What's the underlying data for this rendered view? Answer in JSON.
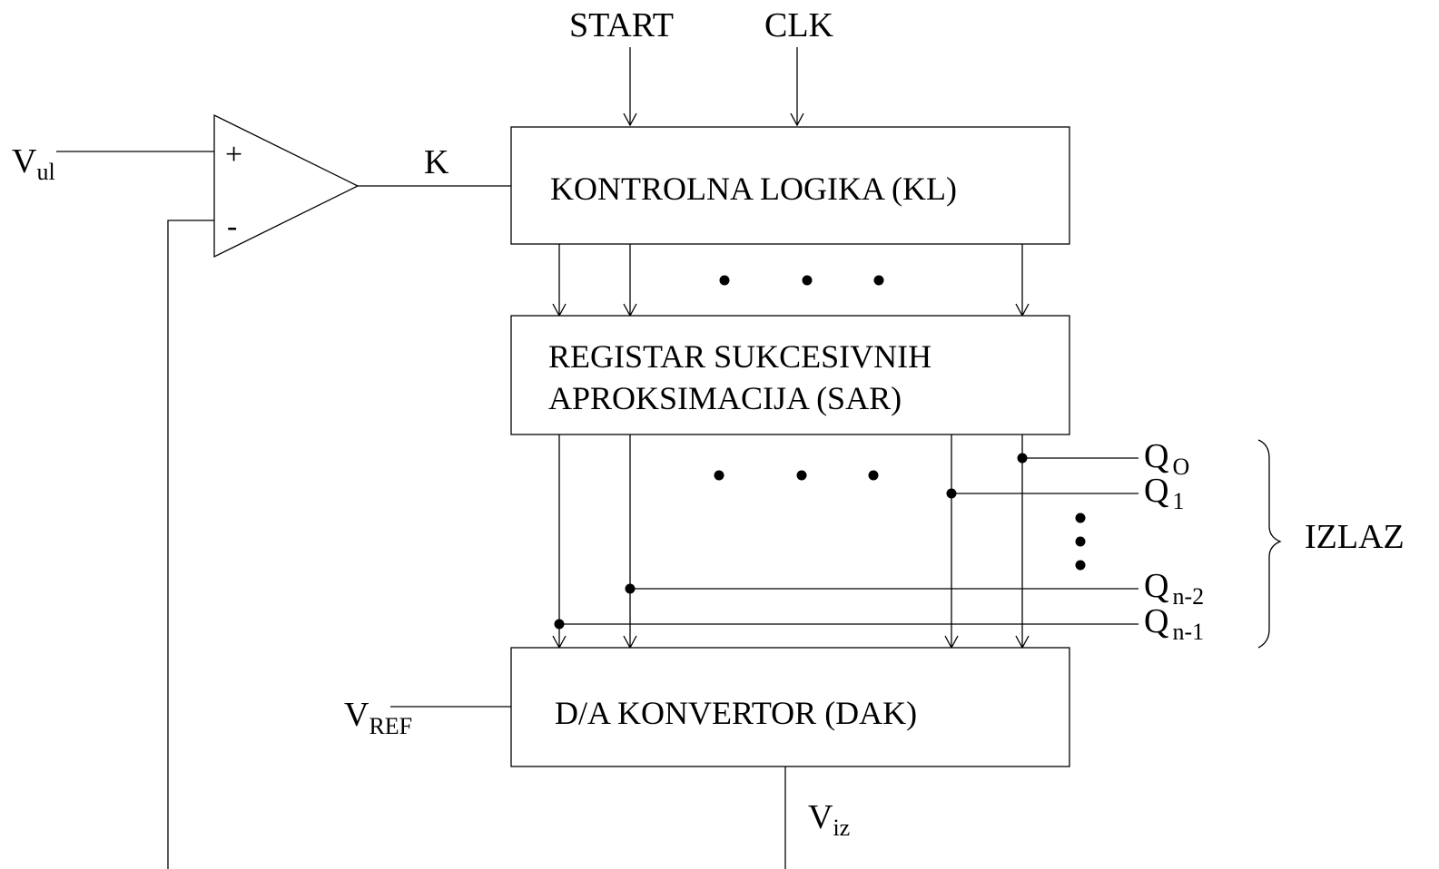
{
  "inputs": {
    "start": "START",
    "clk": "CLK",
    "v_ul_main": "V",
    "v_ul_sub": "ul",
    "v_ref_main": "V",
    "v_ref_sub": "REF"
  },
  "comparator": {
    "plus": "+",
    "minus": "-",
    "output_label": "K"
  },
  "blocks": {
    "control_logic": "KONTROLNA LOGIKA  (KL)",
    "sar_line1": "REGISTAR SUKCESIVNIH",
    "sar_line2": "APROKSIMACIJA   (SAR)",
    "dac": "D/A KONVERTOR   (DAK)"
  },
  "outputs": {
    "q_main": "Q",
    "q0_sub": "O",
    "q1_sub": "1",
    "qn2_sub": "n-2",
    "qn1_sub": "n-1",
    "group_label": "IZLAZ"
  },
  "feedback": {
    "v_iz_main": "V",
    "v_iz_sub": "iz"
  }
}
